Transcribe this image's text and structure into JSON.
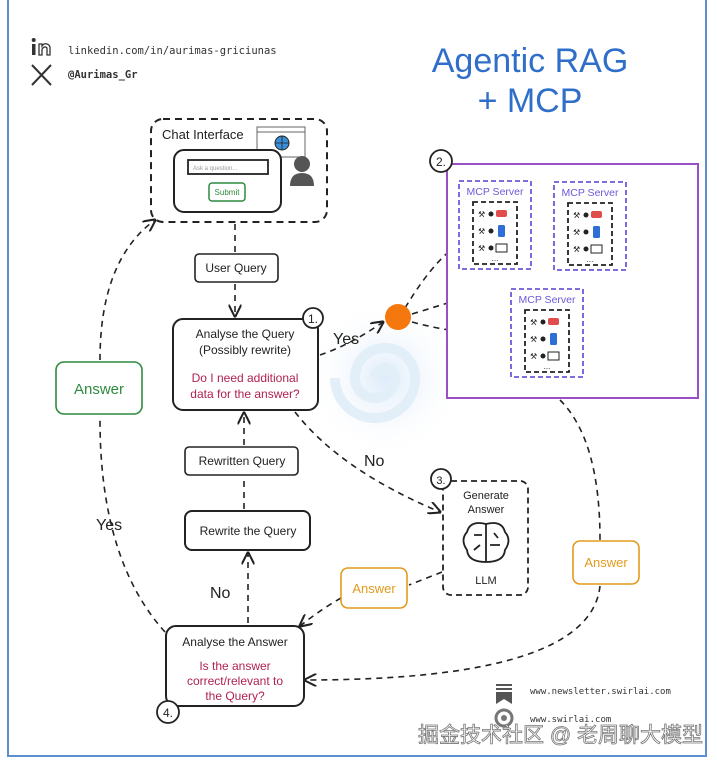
{
  "header": {
    "linkedin": "linkedin.com/in/aurimas-griciunas",
    "x_handle": "@Aurimas_Gr",
    "title_line1": "Agentic RAG",
    "title_line2": "+ MCP"
  },
  "chat": {
    "title": "Chat Interface",
    "placeholder": "Ask a question...",
    "submit": "Submit"
  },
  "nodes": {
    "user_query": "User Query",
    "analyse_query_l1": "Analyse the Query",
    "analyse_query_l2": "(Possibly rewrite)",
    "analyse_query_q1": "Do I need additional",
    "analyse_query_q2": "data for the answer?",
    "rewritten_query": "Rewritten Query",
    "rewrite_query": "Rewrite the Query",
    "generate_l1": "Generate",
    "generate_l2": "Answer",
    "llm": "LLM",
    "analyse_answer": "Analyse the Answer",
    "analyse_answer_q1": "Is the answer",
    "analyse_answer_q2": "correct/relevant to",
    "analyse_answer_q3": "the Query?",
    "mcp_server": "MCP Server",
    "ellipsis": "...",
    "answer": "Answer"
  },
  "steps": {
    "s1": "1.",
    "s2": "2.",
    "s3": "3.",
    "s4": "4."
  },
  "edges": {
    "yes": "Yes",
    "no": "No"
  },
  "footer": {
    "newsletter": "www.newsletter.swirlai.com",
    "site": "www.swirlai.com",
    "watermark": "掘金技术社区 @ 老周聊大模型"
  },
  "colors": {
    "title_blue": "#2f6fc9",
    "frame_blue": "#5b8fd0",
    "question_red": "#b0224f",
    "answer_green": "#2e8b3e",
    "answer_orange": "#e39a1c",
    "mcp_purple": "#9b4fc4",
    "server_purple": "#6b5bd6",
    "dot_orange": "#f5780f"
  }
}
